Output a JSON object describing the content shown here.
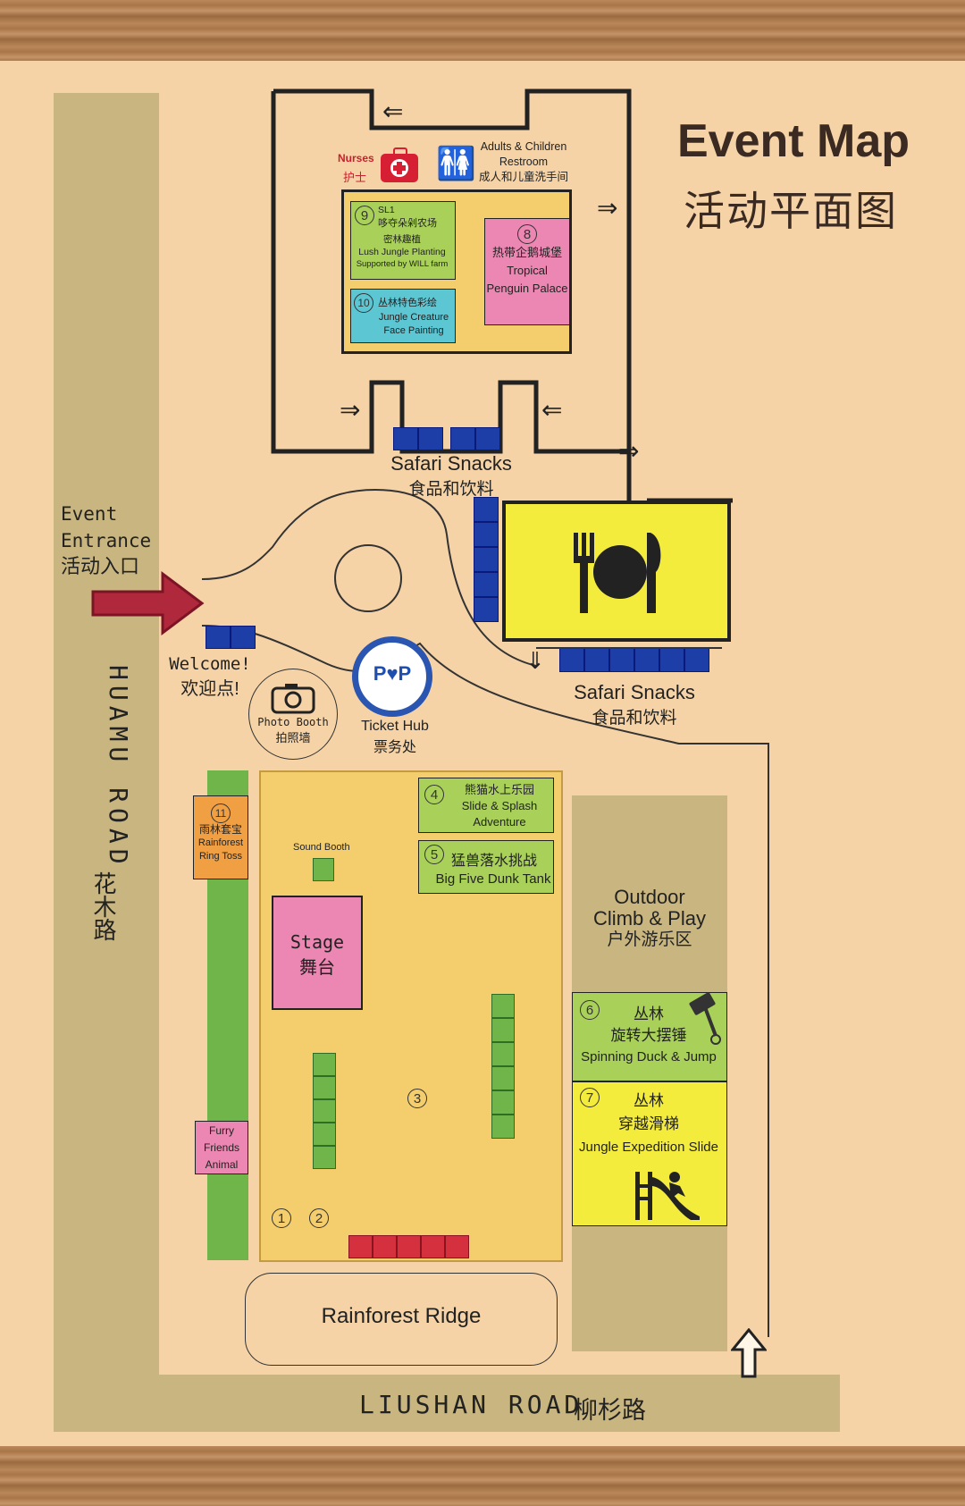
{
  "title": {
    "en": "Event Map",
    "zh": "活动平面图"
  },
  "roads": {
    "huamu": {
      "en": "HUAMU ROAD",
      "zh": "花木路"
    },
    "liushan": {
      "en": "LIUSHAN ROAD",
      "zh": "柳杉路"
    }
  },
  "entrance": {
    "en1": "Event",
    "en2": "Entrance",
    "zh": "活动入口"
  },
  "welcome": {
    "en": "Welcome!",
    "zh": "欢迎点!"
  },
  "photo_booth": {
    "en": "Photo Booth",
    "zh": "拍照墙"
  },
  "ticket_hub": {
    "en": "Ticket Hub",
    "zh": "票务处",
    "logo": "P♥P"
  },
  "nurses": {
    "en": "Nurses",
    "zh": "护士"
  },
  "restroom": {
    "en1": "Adults & Children",
    "en2": "Restroom",
    "zh": "成人和儿童洗手间"
  },
  "snacks_top": {
    "en": "Safari Snacks",
    "zh": "食品和饮料"
  },
  "snacks_right": {
    "en": "Safari Snacks",
    "zh": "食品和饮料"
  },
  "zones": {
    "z9": {
      "num": "9",
      "code": "SL1",
      "zh1": "哆夺朵剁农场",
      "zh2": "密林趣植",
      "en1": "Lush Jungle Planting",
      "en2": "Supported by WILL farm"
    },
    "z10": {
      "num": "10",
      "zh": "丛林特色彩绘",
      "en1": "Jungle Creature",
      "en2": "Face Painting"
    },
    "z8": {
      "num": "8",
      "zh": "热带企鹅城堡",
      "en1": "Tropical",
      "en2": "Penguin Palace"
    },
    "z4": {
      "num": "4",
      "zh": "熊猫水上乐园",
      "en1": "Slide & Splash",
      "en2": "Adventure"
    },
    "z5": {
      "num": "5",
      "zh": "猛兽落水挑战",
      "en": "Big Five Dunk Tank"
    },
    "z11": {
      "num": "11",
      "zh": "雨林套宝",
      "en1": "Rainforest",
      "en2": "Ring Toss"
    },
    "z6": {
      "num": "6",
      "zh1": "丛林",
      "zh2": "旋转大摆锤",
      "en": "Spinning Duck & Jump"
    },
    "z7": {
      "num": "7",
      "zh1": "丛林",
      "zh2": "穿越滑梯",
      "en": "Jungle Expedition Slide"
    },
    "z3": {
      "num": "3"
    },
    "z1": {
      "num": "1"
    },
    "z2": {
      "num": "2"
    }
  },
  "sound_booth": "Sound Booth",
  "stage": {
    "en": "Stage",
    "zh": "舞台"
  },
  "furry": {
    "l1": "Furry",
    "l2": "Friends",
    "l3": "Animal"
  },
  "outdoor": {
    "en1": "Outdoor",
    "en2": "Climb & Play",
    "zh": "户外游乐区"
  },
  "rainforest_ridge": "Rainforest Ridge",
  "icons": [
    "exit-icon",
    "first-aid-kit-icon",
    "restroom-icon",
    "dining-icon",
    "camera-icon",
    "hammer-icon",
    "slide-icon",
    "arrow-right-icon",
    "arrow-up-icon"
  ],
  "colors": {
    "background": "#f5d3a7",
    "road": "#c8b57f",
    "green_zone": "#a9d15a",
    "pink_zone": "#ec86b2",
    "cyan_zone": "#5cc6d3",
    "yellow_zone": "#f4ec3c",
    "snack_tiles": "#1c3ea6",
    "arrow": "#b0283c"
  }
}
